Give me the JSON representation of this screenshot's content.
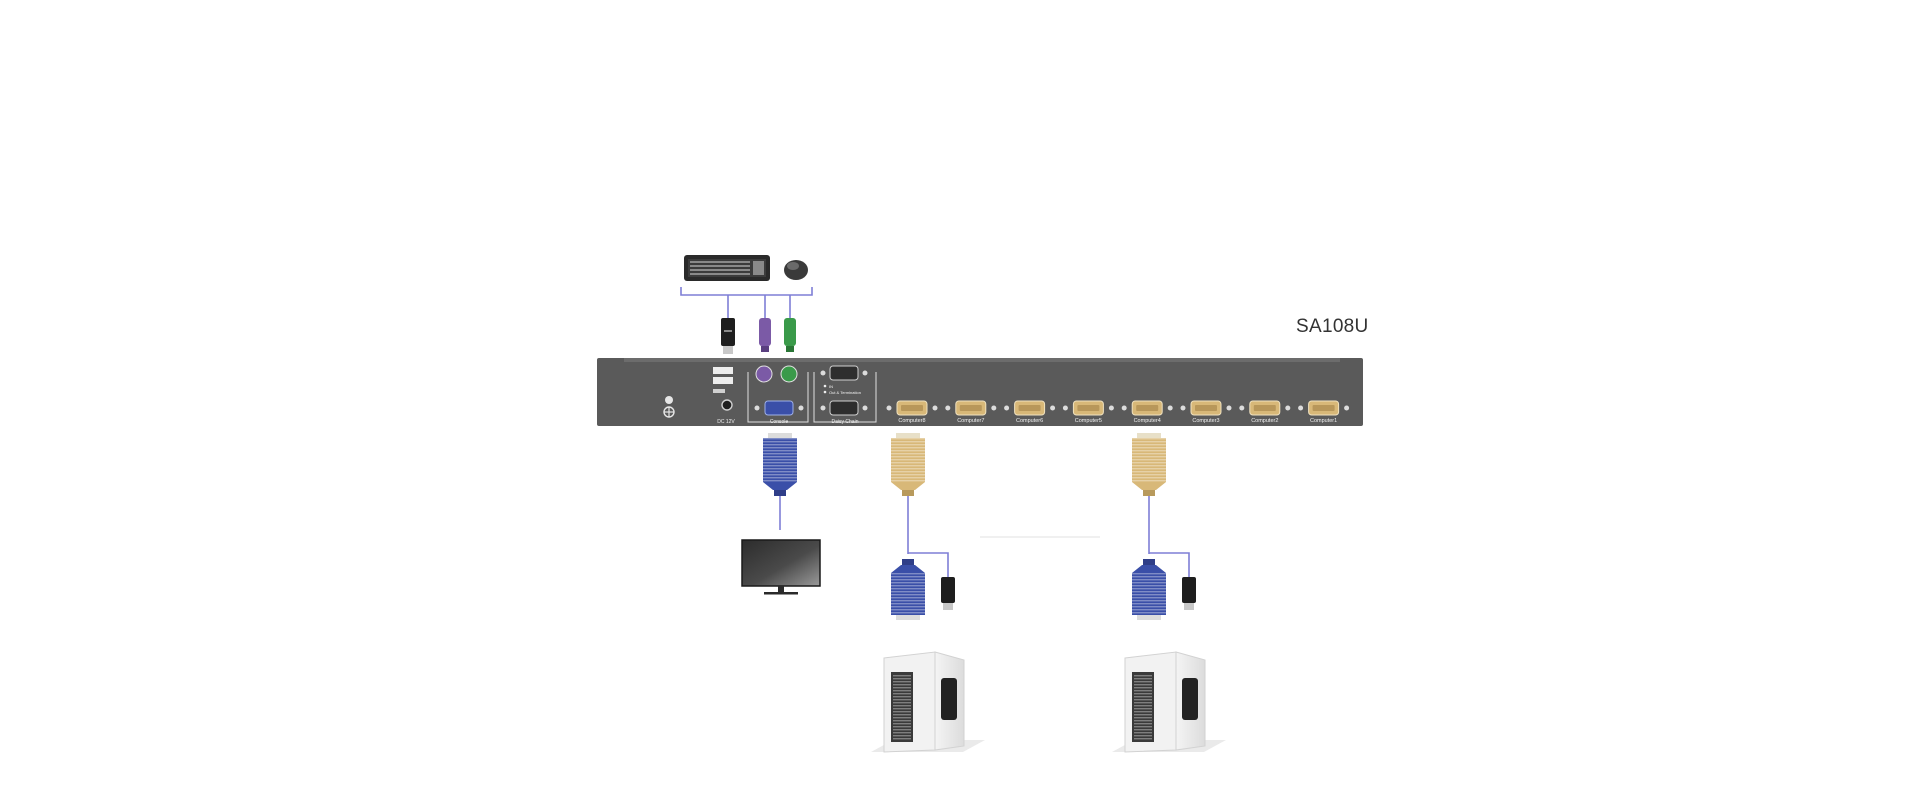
{
  "model": "SA108U",
  "panel": {
    "power_label": "DC 12V",
    "console_label": "Console",
    "daisy_chain_label": "Daisy Chain",
    "chain_option_1": "IN",
    "chain_option_2": "Out & Termination",
    "computer_ports": [
      "Computer8",
      "Computer7",
      "Computer6",
      "Computer5",
      "Computer4",
      "Computer3",
      "Computer2",
      "Computer1"
    ]
  },
  "colors": {
    "panel": "#5a5a5a",
    "vga_connector": "#3a4fa8",
    "computer_port": "#d8b878",
    "ps2_keyboard": "#7b5aa6",
    "ps2_mouse": "#3a9a4a",
    "cable": "#7e7fd6"
  },
  "icons": [
    "keyboard-icon",
    "mouse-icon",
    "monitor-icon",
    "computer-tower-icon",
    "usb-connector-icon",
    "vga-connector-icon"
  ]
}
